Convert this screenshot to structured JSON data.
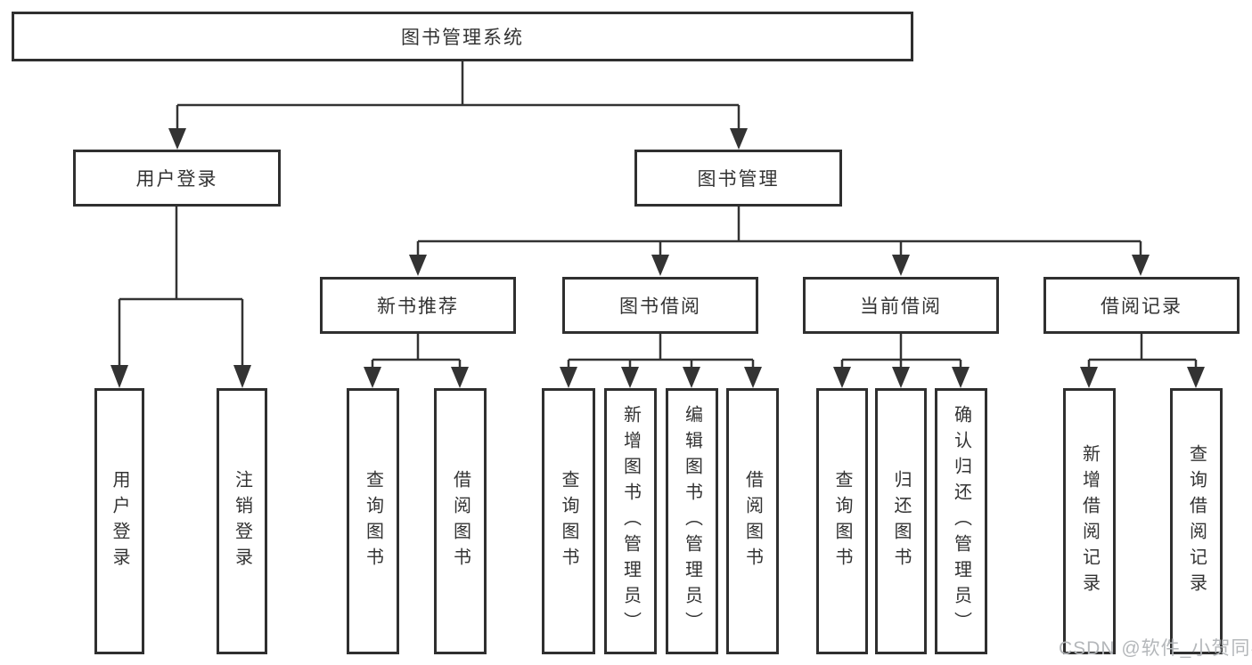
{
  "diagram": {
    "root": {
      "label": "图书管理系统"
    },
    "branches": [
      {
        "label": "用户登录",
        "children": [
          {
            "label": "用户登录"
          },
          {
            "label": "注销登录"
          }
        ]
      },
      {
        "label": "图书管理",
        "children": [
          {
            "label": "新书推荐",
            "children": [
              {
                "label": "查询图书"
              },
              {
                "label": "借阅图书"
              }
            ]
          },
          {
            "label": "图书借阅",
            "children": [
              {
                "label": "查询图书"
              },
              {
                "label": "新增图书（管理员）"
              },
              {
                "label": "编辑图书（管理员）"
              },
              {
                "label": "借阅图书"
              }
            ]
          },
          {
            "label": "当前借阅",
            "children": [
              {
                "label": "查询图书"
              },
              {
                "label": "归还图书"
              },
              {
                "label": "确认归还（管理员）"
              }
            ]
          },
          {
            "label": "借阅记录",
            "children": [
              {
                "label": "新增借阅记录"
              },
              {
                "label": "查询借阅记录"
              }
            ]
          }
        ]
      }
    ],
    "watermark": "CSDN @软件_小贺同学",
    "colors": {
      "border": "#2f2f2f",
      "line": "#333333",
      "text": "#333333",
      "watermark": "#b4b7ba",
      "background": "#ffffff"
    }
  }
}
